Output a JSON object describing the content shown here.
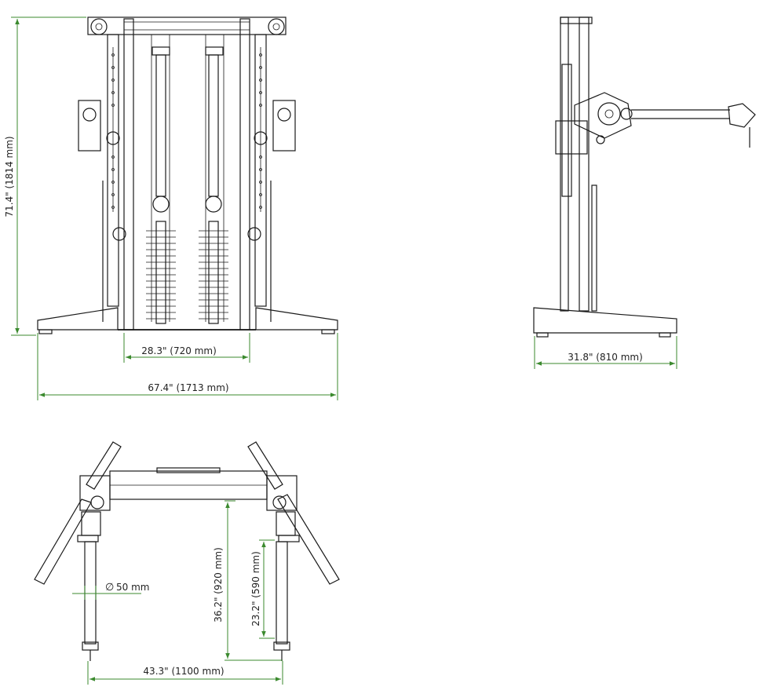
{
  "dimensions": {
    "height": "71.4\" (1814 mm)",
    "inner_width": "28.3\" (720 mm)",
    "overall_width": "67.4\" (1713 mm)",
    "depth": "31.8\" (810 mm)",
    "tube_diameter": "50 mm",
    "tube_diameter_symbol": "∅",
    "footprint_depth": "36.2\" (920 mm)",
    "arm_depth": "23.2\" (590 mm)",
    "footprint_width": "43.3\" (1100 mm)"
  },
  "colors": {
    "dimension_lines": "#3b8a2e",
    "line_art": "#1a1a1a"
  }
}
